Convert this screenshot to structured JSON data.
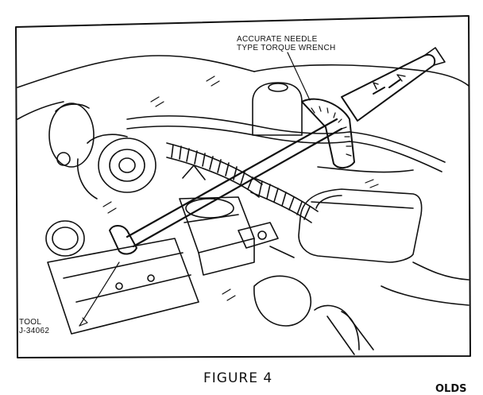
{
  "callouts": {
    "wrench_line1": "ACCURATE NEEDLE",
    "wrench_line2": "TYPE TORQUE WRENCH",
    "tool_line1": "TOOL",
    "tool_line2": "J-34062"
  },
  "caption": "FIGURE 4",
  "edge_text": "OLDS"
}
